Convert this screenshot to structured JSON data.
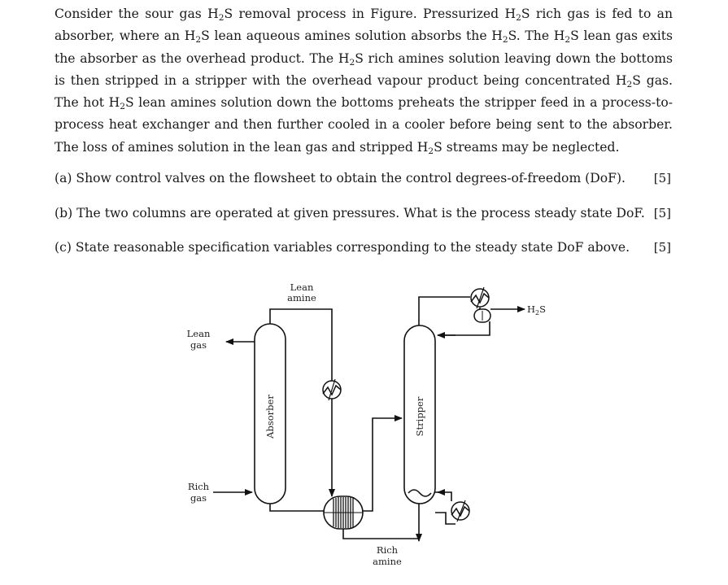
{
  "paragraph": {
    "s1": "Consider the sour gas H",
    "s2": "S removal process in Figure. Pressurized H",
    "s3": "S rich gas is fed to an absorber, where an H",
    "s4": "S lean aqueous amines solution absorbs the H",
    "s5": "S. The H",
    "s6": "S lean gas exits the absorber as the overhead product. The H",
    "s7": "S rich amines solution leaving down the bottoms is then stripped in a stripper with the overhead vapour product being concentrated H",
    "s8": "S gas. The hot H",
    "s9": "S lean amines solution down the bottoms preheats the stripper feed in a process-to-process heat exchanger and then further cooled in a cooler before being sent to the absorber. The loss of amines solution in the lean gas and stripped H",
    "s10": "S streams may be neglected.",
    "subscript": "2"
  },
  "questions": [
    {
      "text": "(a) Show control valves on the flowsheet to obtain the control degrees-of-freedom (DoF).",
      "mark": "[5]"
    },
    {
      "text": "(b) The two columns are operated at given pressures. What is the process steady state DoF.",
      "mark": "[5]"
    },
    {
      "text": "(c) State reasonable specification variables corresponding to the steady state DoF above.",
      "mark": "[5]"
    }
  ],
  "diagram": {
    "lean_amine_1": "Lean",
    "lean_amine_2": "amine",
    "lean_gas_1": "Lean",
    "lean_gas_2": "gas",
    "rich_gas_1": "Rich",
    "rich_gas_2": "gas",
    "rich_amine_1": "Rich",
    "rich_amine_2": "amine",
    "absorber": "Absorber",
    "stripper": "Stripper",
    "h2s_main": "H",
    "h2s_sub": "2",
    "h2s_end": "S"
  }
}
